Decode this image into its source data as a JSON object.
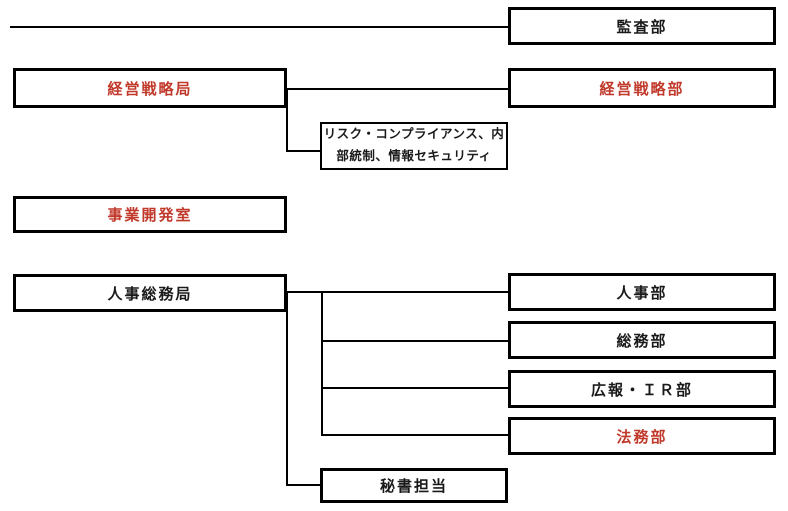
{
  "colors": {
    "highlight_text": "#c0392b",
    "normal_text": "#1a1a1a",
    "line": "#000000",
    "background": "#ffffff"
  },
  "org_chart": {
    "type": "organization-chart",
    "nodes": {
      "audit": {
        "label": "監査部",
        "highlighted": false
      },
      "strategy_bureau": {
        "label": "経営戦略局",
        "highlighted": true
      },
      "strategy_dept": {
        "label": "経営戦略部",
        "highlighted": true
      },
      "risk_compliance": {
        "label": "リスク・コンプライアンス、内部統制、情報セキュリティ",
        "label_line1": "リスク・コンプライアンス、内",
        "label_line2": "部統制、情報セキュリティ",
        "highlighted": false
      },
      "business_dev": {
        "label": "事業開発室",
        "highlighted": true
      },
      "hr_ga_bureau": {
        "label": "人事総務局",
        "highlighted": false
      },
      "hr_dept": {
        "label": "人事部",
        "highlighted": false
      },
      "general_affairs_dept": {
        "label": "総務部",
        "highlighted": false
      },
      "pr_ir_dept": {
        "label": "広報・ＩＲ部",
        "highlighted": false
      },
      "legal_dept": {
        "label": "法務部",
        "highlighted": true
      },
      "secretary": {
        "label": "秘書担当",
        "highlighted": false
      }
    }
  }
}
